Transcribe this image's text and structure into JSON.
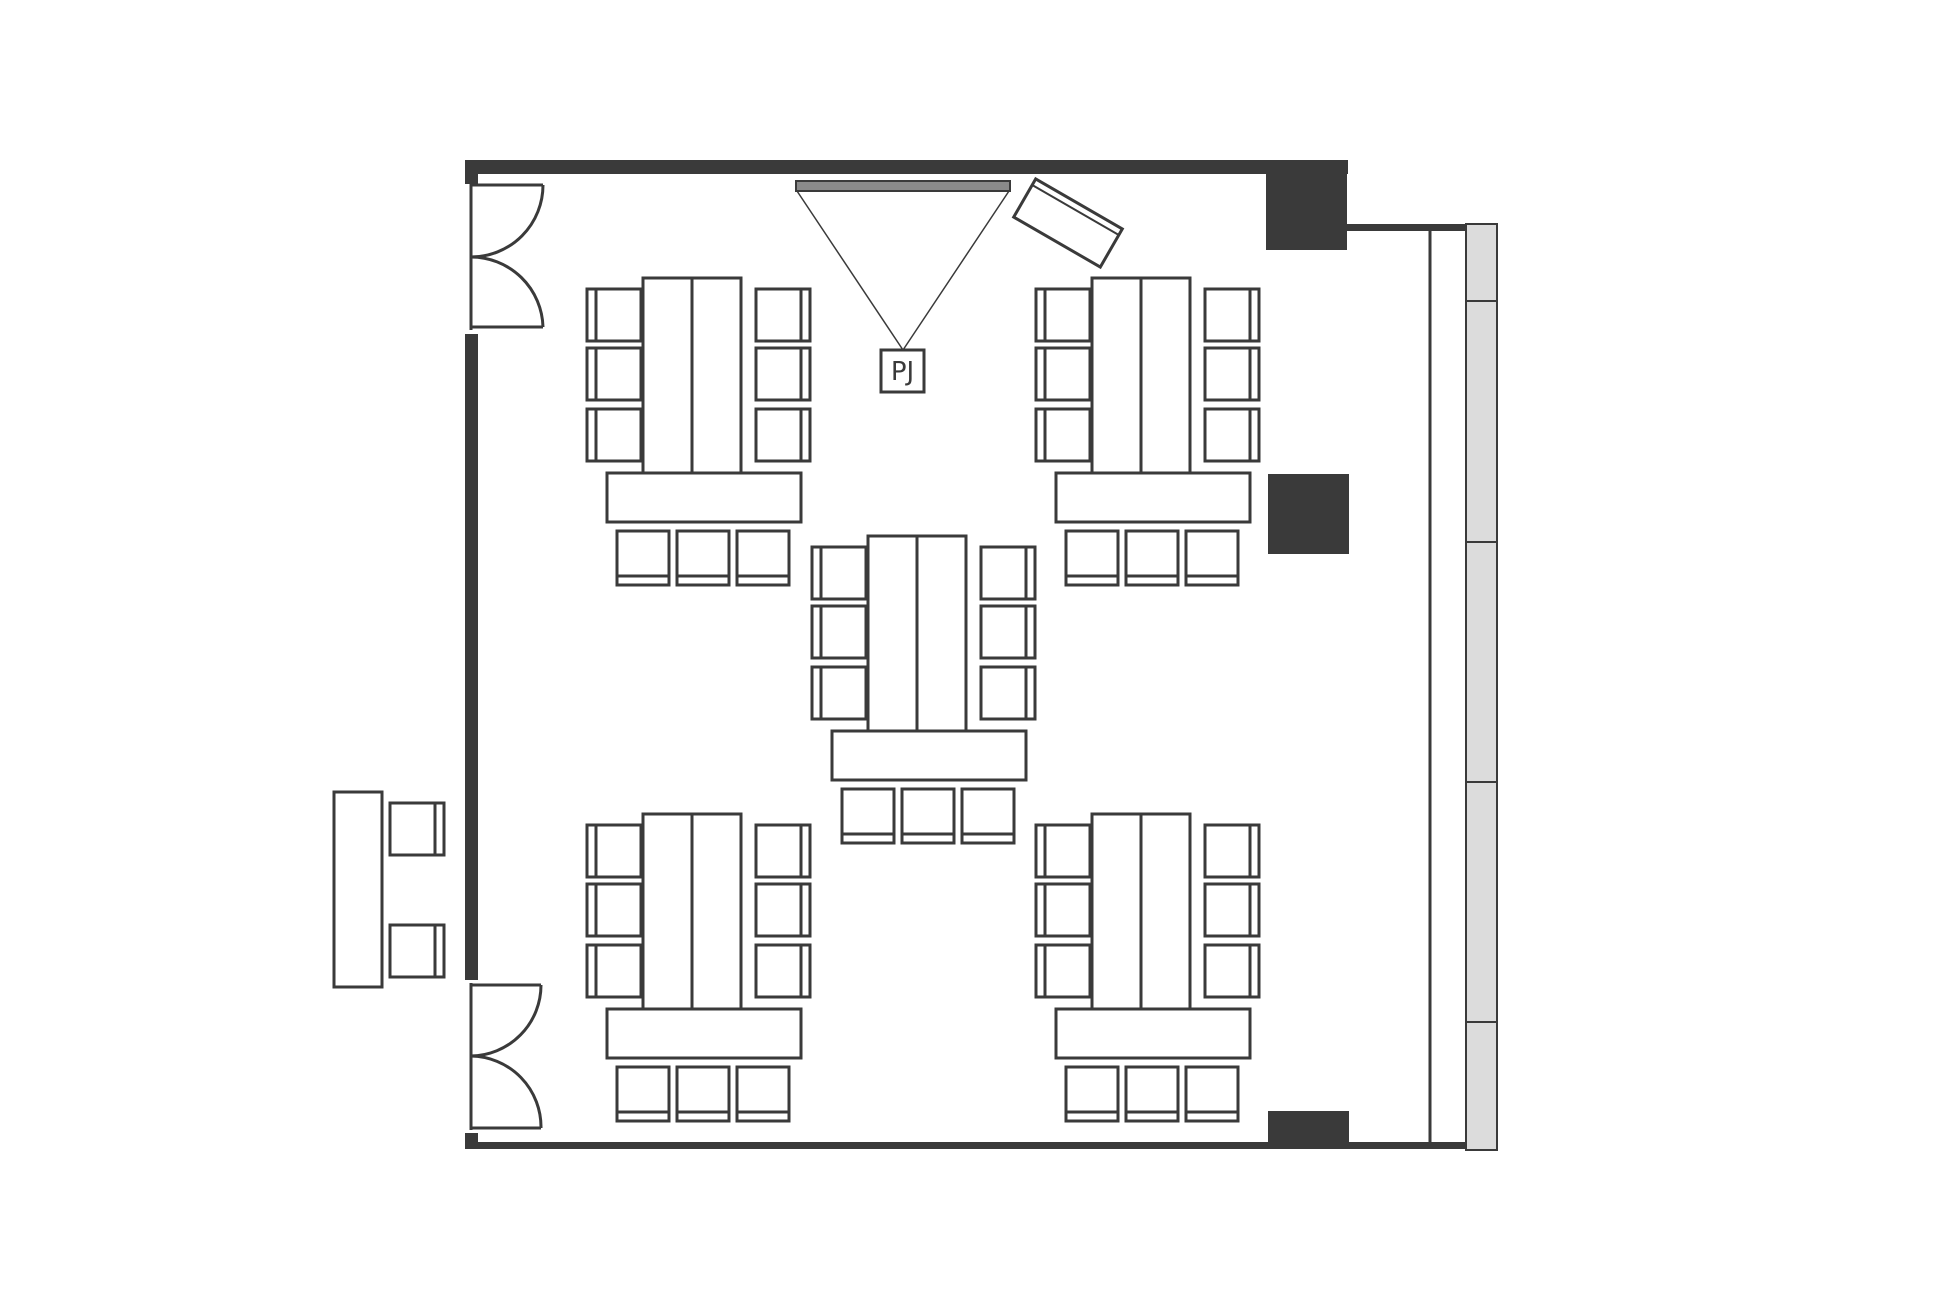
{
  "floorplan": {
    "projector_label": "PJ",
    "colors": {
      "wall": "#3a3a3a",
      "stroke": "#3a3a3a",
      "screen": "#8a8a8a",
      "window": "#dcdcdc",
      "background": "#ffffff"
    },
    "table_groups": [
      {
        "name": "table-group-top-left"
      },
      {
        "name": "table-group-top-right"
      },
      {
        "name": "table-group-center"
      },
      {
        "name": "table-group-bottom-left"
      },
      {
        "name": "table-group-bottom-right"
      }
    ],
    "exterior_chairs": 2,
    "doors": 2,
    "columns": 3
  }
}
